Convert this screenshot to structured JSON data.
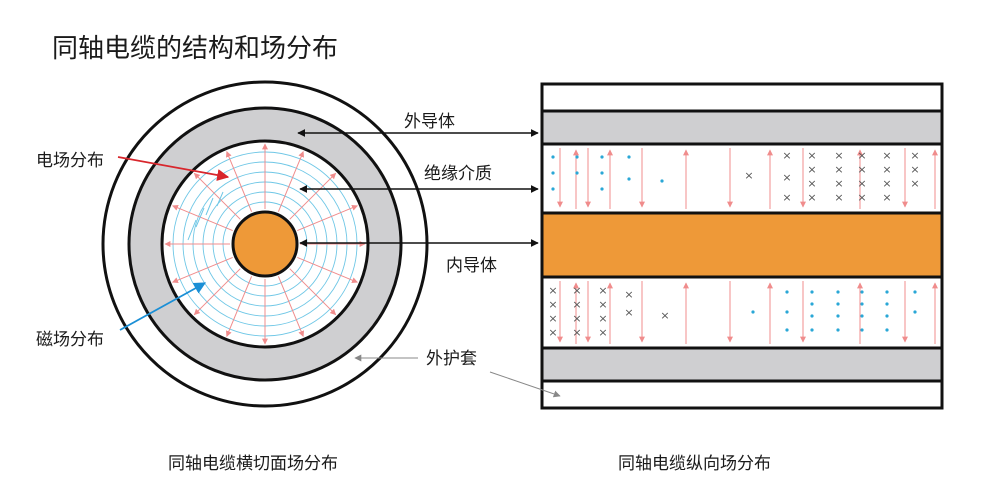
{
  "title": "同轴电缆的结构和场分布",
  "labels": {
    "outer_conductor": "外导体",
    "insulation": "绝缘介质",
    "inner_conductor": "内导体",
    "jacket": "外护套",
    "electric_field": "电场分布",
    "magnetic_field": "磁场分布"
  },
  "captions": {
    "cross_section": "同轴电缆横切面场分布",
    "longitudinal": "同轴电缆纵向场分布"
  },
  "colors": {
    "inner_conductor": "#ee9938",
    "outer_conductor": "#cfcfd1",
    "electric_field": "#f08c8c",
    "magnetic_field": "#6fc7e6",
    "electric_callout": "#d8262c",
    "magnetic_callout": "#1a8fd6",
    "outline": "#111111",
    "dots": "#2aa7d6"
  },
  "icons": {
    "into_page": "×",
    "out_of_page": "•"
  }
}
